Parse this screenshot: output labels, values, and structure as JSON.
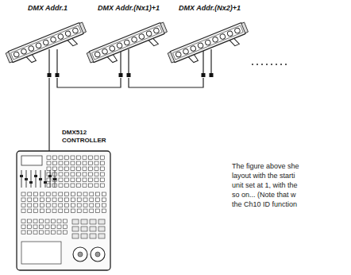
{
  "diagram": {
    "nodes": [
      {
        "text": [
          "DMX Addr.1"
        ]
      },
      {
        "text": [
          "DMX Addr.(Nx1)+1"
        ]
      },
      {
        "text": [
          "DMX Addr.(Nx2)+1"
        ]
      },
      {
        "text": [
          "DMX512 CONTROLLER"
        ]
      }
    ],
    "edges": [
      {
        "from": 3,
        "to": 0,
        "arrow": "none"
      },
      {
        "from": 0,
        "to": 1,
        "arrow": "none"
      },
      {
        "from": 1,
        "to": 2,
        "arrow": "none"
      }
    ],
    "labels": [
      "The figure above she",
      "layout with the starti",
      "unit set at 1, with the",
      "so on... (Note that w",
      "the Ch10 ID function"
    ]
  }
}
